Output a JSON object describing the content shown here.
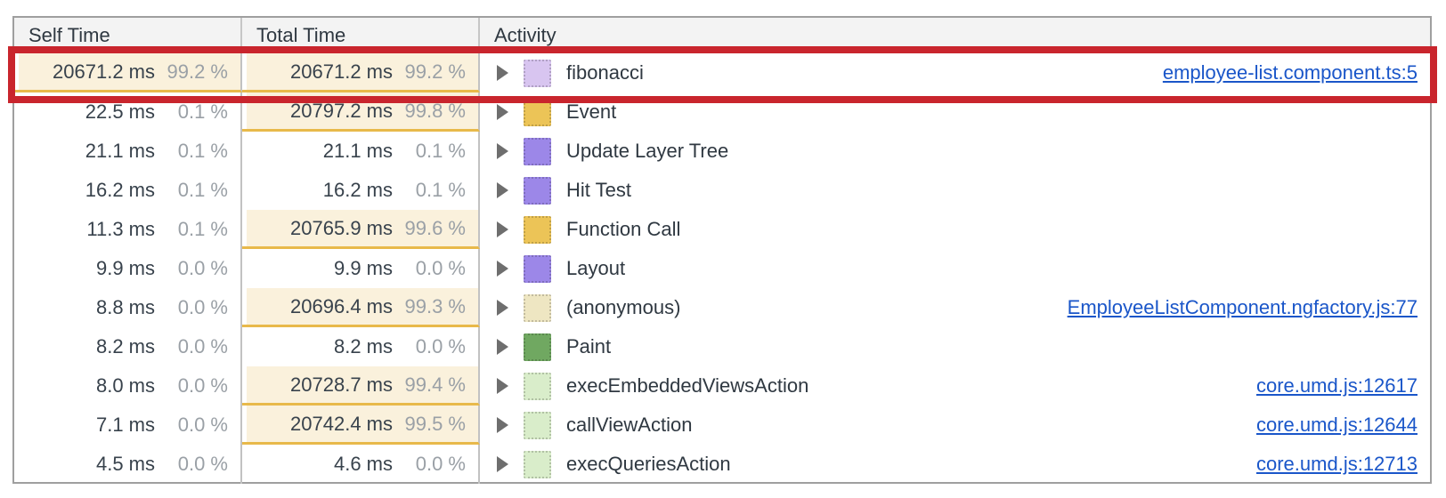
{
  "header": {
    "columns": [
      "Self Time",
      "Total Time",
      "Activity"
    ]
  },
  "rows": [
    {
      "self_ms": "20671.2 ms",
      "self_pct": "99.2 %",
      "self_highlight": true,
      "total_ms": "20671.2 ms",
      "total_pct": "99.2 %",
      "total_highlight": true,
      "activity": "fibonacci",
      "swatch_color": "#d8c5f0",
      "link": "employee-list.component.ts:5",
      "annotated": true
    },
    {
      "self_ms": "22.5 ms",
      "self_pct": "0.1 %",
      "self_highlight": false,
      "total_ms": "20797.2 ms",
      "total_pct": "99.8 %",
      "total_highlight": true,
      "activity": "Event",
      "swatch_color": "#ecc457",
      "link": ""
    },
    {
      "self_ms": "21.1 ms",
      "self_pct": "0.1 %",
      "self_highlight": false,
      "total_ms": "21.1 ms",
      "total_pct": "0.1 %",
      "total_highlight": false,
      "activity": "Update Layer Tree",
      "swatch_color": "#9c87e8",
      "link": ""
    },
    {
      "self_ms": "16.2 ms",
      "self_pct": "0.1 %",
      "self_highlight": false,
      "total_ms": "16.2 ms",
      "total_pct": "0.1 %",
      "total_highlight": false,
      "activity": "Hit Test",
      "swatch_color": "#9c87e8",
      "link": ""
    },
    {
      "self_ms": "11.3 ms",
      "self_pct": "0.1 %",
      "self_highlight": false,
      "total_ms": "20765.9 ms",
      "total_pct": "99.6 %",
      "total_highlight": true,
      "activity": "Function Call",
      "swatch_color": "#ecc457",
      "link": ""
    },
    {
      "self_ms": "9.9 ms",
      "self_pct": "0.0 %",
      "self_highlight": false,
      "total_ms": "9.9 ms",
      "total_pct": "0.0 %",
      "total_highlight": false,
      "activity": "Layout",
      "swatch_color": "#9c87e8",
      "link": ""
    },
    {
      "self_ms": "8.8 ms",
      "self_pct": "0.0 %",
      "self_highlight": false,
      "total_ms": "20696.4 ms",
      "total_pct": "99.3 %",
      "total_highlight": true,
      "activity": "(anonymous)",
      "swatch_color": "#eee6c2",
      "link": "EmployeeListComponent.ngfactory.js:77"
    },
    {
      "self_ms": "8.2 ms",
      "self_pct": "0.0 %",
      "self_highlight": false,
      "total_ms": "8.2 ms",
      "total_pct": "0.0 %",
      "total_highlight": false,
      "activity": "Paint",
      "swatch_color": "#70a861",
      "link": ""
    },
    {
      "self_ms": "8.0 ms",
      "self_pct": "0.0 %",
      "self_highlight": false,
      "total_ms": "20728.7 ms",
      "total_pct": "99.4 %",
      "total_highlight": true,
      "activity": "execEmbeddedViewsAction",
      "swatch_color": "#d9edca",
      "link": "core.umd.js:12617"
    },
    {
      "self_ms": "7.1 ms",
      "self_pct": "0.0 %",
      "self_highlight": false,
      "total_ms": "20742.4 ms",
      "total_pct": "99.5 %",
      "total_highlight": true,
      "activity": "callViewAction",
      "swatch_color": "#d9edca",
      "link": "core.umd.js:12644"
    },
    {
      "self_ms": "4.5 ms",
      "self_pct": "0.0 %",
      "self_highlight": false,
      "total_ms": "4.6 ms",
      "total_pct": "0.0 %",
      "total_highlight": false,
      "activity": "execQueriesAction",
      "swatch_color": "#d9edca",
      "link": "core.umd.js:12713"
    }
  ],
  "annotation": {
    "color": "#c9252d"
  },
  "colors": {
    "highlight_bg": "#faf1dc",
    "highlight_underline": "#e8b94a",
    "link_blue": "#1a56c9",
    "header_bg": "#f3f3f3",
    "value_text": "#38424c",
    "percent_text": "#9aa0a6"
  }
}
